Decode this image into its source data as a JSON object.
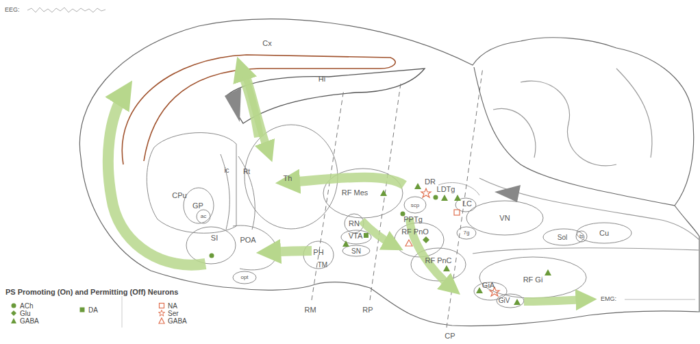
{
  "diagram": {
    "labels": [
      "EEG:",
      "Cx",
      "Hi",
      "CPu",
      "ic",
      "Rt",
      "GP",
      "ac",
      "Th",
      "SI",
      "POA",
      "opt",
      "PH",
      "TM",
      "RF Mes",
      "DR",
      "LDTg",
      "LC",
      "scp",
      "PPTg",
      "RN",
      "VTA",
      "SN",
      "RF PnO",
      "7g",
      "VN",
      "Sol",
      "ts",
      "Cu",
      "RF PnC",
      "RF Gi",
      "GiA",
      "GiV",
      "EMG:",
      "RM",
      "RP",
      "CP",
      "PS Promoting (On) and Permitting (Off) Neurons"
    ],
    "legend": [
      {
        "text": "ACh"
      },
      {
        "text": "Glu"
      },
      {
        "text": "GABA"
      },
      {
        "text": "DA"
      },
      {
        "text": "NA"
      },
      {
        "text": "Ser"
      },
      {
        "text": "GABA"
      }
    ]
  }
}
